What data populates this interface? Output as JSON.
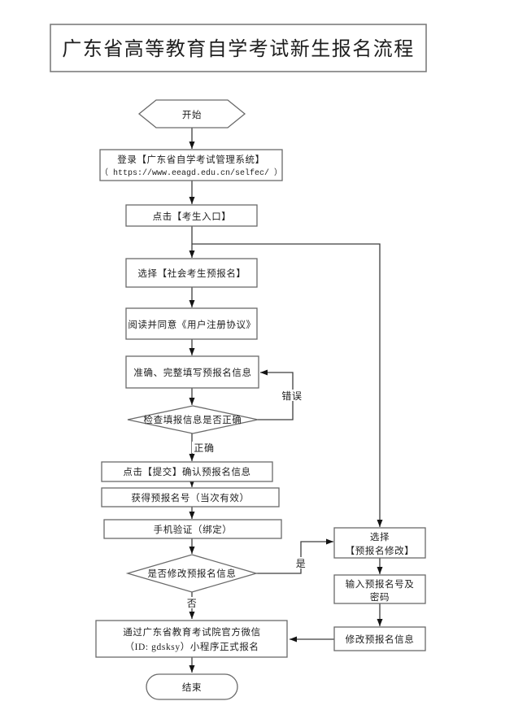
{
  "title": {
    "text": "广东省高等教育自学考试新生报名流程"
  },
  "nodes": {
    "start": {
      "type": "terminator-hexagon",
      "label": "开始"
    },
    "login": {
      "type": "process",
      "line1": "登录【广东省自学考试管理系统】",
      "line2": "（ https://www.eeagd.edu.cn/selfec/ ）"
    },
    "entry": {
      "type": "process",
      "label": "点击【考生入口】"
    },
    "choose": {
      "type": "process",
      "label": "选择【社会考生预报名】"
    },
    "agreement": {
      "type": "process",
      "label": "阅读并同意《用户注册协议》"
    },
    "fill": {
      "type": "process",
      "label": "准确、完整填写预报名信息"
    },
    "check": {
      "type": "decision",
      "label": "检查填报信息是否正确"
    },
    "submit": {
      "type": "process",
      "label": "点击【提交】确认预报名信息"
    },
    "number": {
      "type": "process",
      "label": "获得预报名号（当次有效）"
    },
    "phone": {
      "type": "process",
      "label": "手机验证（绑定）"
    },
    "modify_q": {
      "type": "decision",
      "label": "是否修改预报名信息"
    },
    "wechat": {
      "type": "process",
      "line1": "通过广东省教育考试院官方微信",
      "line2": "（ID: gdsksy）小程序正式报名"
    },
    "end": {
      "type": "terminator",
      "label": "结束"
    },
    "modify_select": {
      "type": "process",
      "line1": "选择",
      "line2": "【预报名修改】"
    },
    "input_pwd": {
      "type": "process",
      "line1": "输入预报名号及",
      "line2": "密码"
    },
    "modify_info": {
      "type": "process",
      "label": "修改预报名信息"
    }
  },
  "edge_labels": {
    "correct": "正确",
    "error": "错误",
    "yes": "是",
    "no": "否"
  },
  "edges": [
    {
      "from": "start",
      "to": "login"
    },
    {
      "from": "login",
      "to": "entry"
    },
    {
      "from": "entry",
      "to": "choose"
    },
    {
      "from": "entry",
      "to": "modify_select"
    },
    {
      "from": "choose",
      "to": "agreement"
    },
    {
      "from": "agreement",
      "to": "fill"
    },
    {
      "from": "fill",
      "to": "check"
    },
    {
      "from": "check",
      "to": "submit",
      "label": "正确"
    },
    {
      "from": "check",
      "to": "fill",
      "label": "错误"
    },
    {
      "from": "submit",
      "to": "number"
    },
    {
      "from": "number",
      "to": "phone"
    },
    {
      "from": "phone",
      "to": "modify_q"
    },
    {
      "from": "modify_q",
      "to": "modify_select",
      "label": "是"
    },
    {
      "from": "modify_q",
      "to": "wechat",
      "label": "否"
    },
    {
      "from": "wechat",
      "to": "end"
    },
    {
      "from": "modify_select",
      "to": "input_pwd"
    },
    {
      "from": "input_pwd",
      "to": "modify_info"
    },
    {
      "from": "modify_info",
      "to": "wechat"
    }
  ],
  "colors": {
    "line": "#3f3f3f",
    "border": "#6a6a6a",
    "text": "#1f1f1f",
    "arrow": "#141414",
    "background": "#ffffff"
  }
}
